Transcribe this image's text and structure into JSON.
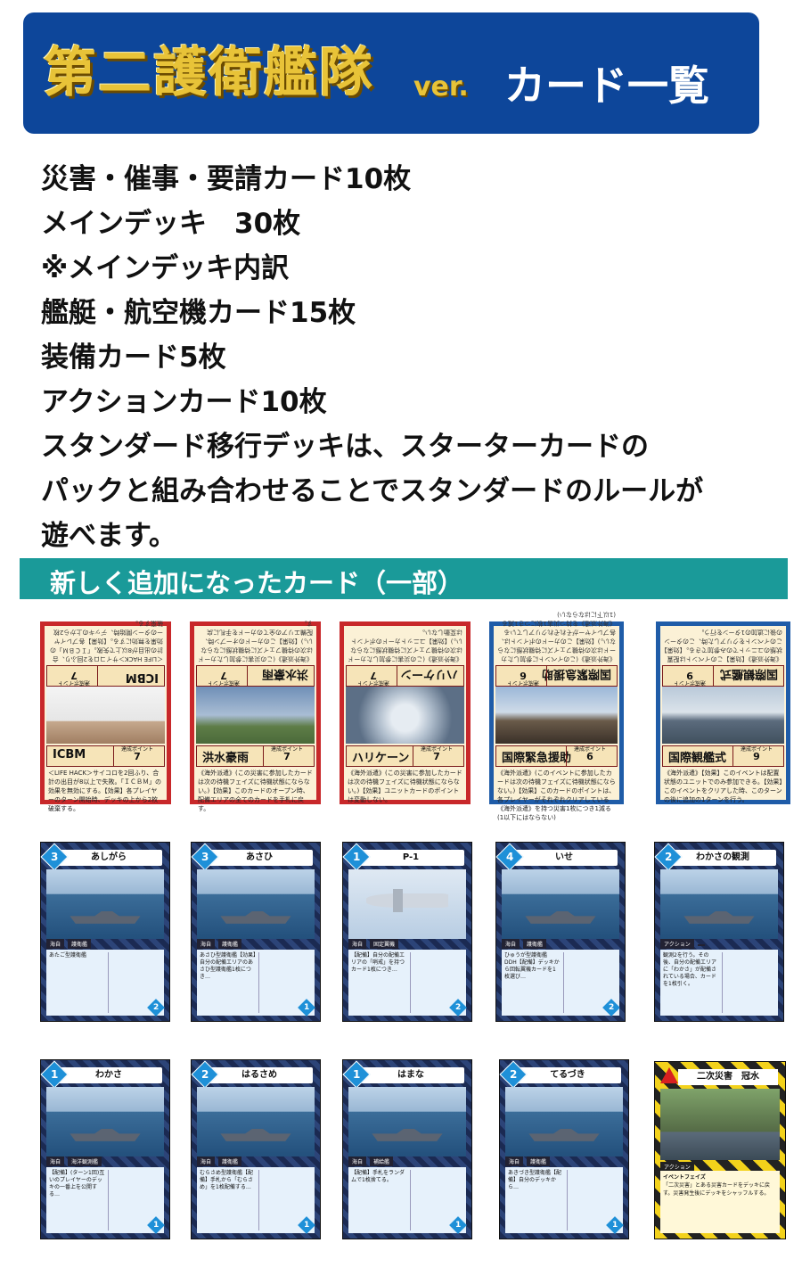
{
  "banner": {
    "title": "第二護衛艦隊",
    "ver": "ver.",
    "subtitle": "カード一覧"
  },
  "description_lines": [
    "災害・催事・要請カード10枚",
    "メインデッキ　30枚",
    "※メインデッキ内訳",
    "艦艇・航空機カード15枚",
    "装備カード5枚",
    "アクションカード10枚",
    "スタンダード移行デッキは、スターターカードの",
    "パックと組み合わせることでスタンダードのルールが",
    "遊べます。"
  ],
  "section_title": "新しく追加になったカード（一部）",
  "event_cards": [
    {
      "name": "ICBM",
      "points": "7",
      "point_label": "達成ポイント",
      "border": "red",
      "text": "＜LIFE HACK＞サイコロを2回ふり、合計の出目が8以上で失敗。「ＩＣＢＭ」の効果を無効にする。【効果】各プレイヤーのターン開始時、デッキの上から2枚破棄する。"
    },
    {
      "name": "洪水豪雨",
      "points": "7",
      "point_label": "達成ポイント",
      "border": "red",
      "text": "《海外派遣》(この災害に参加したカードは次の待機フェイズに待機状態にならない。)【効果】このカードのオープン時、配備エリアの全てのカードを手札に戻す。"
    },
    {
      "name": "ハリケーン",
      "points": "7",
      "point_label": "達成ポイント",
      "border": "red",
      "text": "《海外派遣》(この災害に参加したカードは次の待機フェイズに待機状態にならない。)【効果】ユニットカードのポイントは変動しない。"
    },
    {
      "name": "国際緊急援助",
      "points": "6",
      "point_label": "達成ポイント",
      "border": "blue",
      "text": "《海外派遣》(このイベントに参加したカードは次の待機フェイズに待機状態にならない。)【効果】このカードのポイントは、各プレイヤーがそれぞれクリアしている《海外派遣》を持つ災害1枚につき1減る(1以下にはならない)"
    },
    {
      "name": "国際観艦式",
      "points": "9",
      "point_label": "達成ポイント",
      "border": "blue",
      "text": "《海外派遣》【効果】このイベントは配置状態のユニットでのみ参加できる。【効果】このイベントをクリアした時、このターンの後に追加の1ターンを行う。"
    }
  ],
  "ship_cards_row1": [
    {
      "cost": "3",
      "name": "あしがら",
      "tag1": "海自",
      "tag2": "護衛艦",
      "text": "あたご型護衛艦",
      "num": "2",
      "scene": "sea"
    },
    {
      "cost": "3",
      "name": "あさひ",
      "tag1": "海自",
      "tag2": "護衛艦",
      "text": "あさひ型護衛艦【効果】自分の配備エリアのあさひ型護衛艦1枚につき…",
      "num": "1",
      "scene": "sea"
    },
    {
      "cost": "1",
      "name": "P-1",
      "tag1": "海自",
      "tag2": "固定翼機",
      "text": "【配備】自分の配備エリアの「哨戒」を持つカード1枚につき…",
      "num": "2",
      "scene": "sky"
    },
    {
      "cost": "4",
      "name": "いせ",
      "tag1": "海自",
      "tag2": "護衛艦",
      "text": "ひゅうが型護衛艦 DDH【配備】デッキから回転翼機カードを1枚選び…",
      "num": "2",
      "scene": "sea"
    },
    {
      "cost": "2",
      "name": "わかさの観測",
      "tag1": "アクション",
      "tag2": "",
      "text": "観測2を行う。その後、自分の配備エリアに「わかさ」が配備されている場合、カードを1枚引く。",
      "num": "",
      "scene": "sea"
    }
  ],
  "ship_cards_row2": [
    {
      "cost": "1",
      "name": "わかさ",
      "tag1": "海自",
      "tag2": "海洋観測艦",
      "text": "【配備】(ターン1回)互いのプレイヤーのデッキの一番上を公開する…",
      "num": "1",
      "scene": "sea"
    },
    {
      "cost": "2",
      "name": "はるさめ",
      "tag1": "海自",
      "tag2": "護衛艦",
      "text": "むらさめ型護衛艦【配備】手札から「むらさめ」を1枚配備する…",
      "num": "1",
      "scene": "sea"
    },
    {
      "cost": "1",
      "name": "はまな",
      "tag1": "海自",
      "tag2": "補給艦",
      "text": "【配備】手札をランダムで1枚捨てる。",
      "num": "1",
      "scene": "sea"
    },
    {
      "cost": "2",
      "name": "てるづき",
      "tag1": "海自",
      "tag2": "護衛艦",
      "text": "あきづき型護衛艦【配備】自分のデッキから…",
      "num": "1",
      "scene": "sea"
    }
  ],
  "hazard_card": {
    "name": "二次災害　冠水",
    "label": "アクション",
    "sublabel": "イベントフェイズ",
    "text": "「二次災害」とある災害カードをデッキに戻す。災害発生後にデッキをシャッフルする。"
  }
}
